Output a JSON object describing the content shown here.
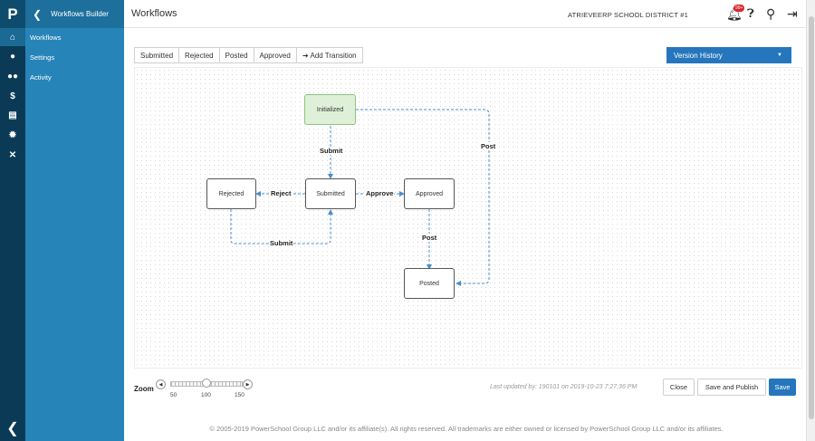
{
  "rail": {
    "logo": "P",
    "icons": [
      "home-icon",
      "user-icon",
      "users-icon",
      "dollar-icon",
      "chart-icon",
      "gear-icon",
      "tools-icon"
    ],
    "collapse_glyph": "❮"
  },
  "sidebar": {
    "back_glyph": "❮",
    "title": "Workflows Builder",
    "items": [
      {
        "label": "Workflows"
      },
      {
        "label": "Settings"
      },
      {
        "label": "Activity"
      }
    ]
  },
  "header": {
    "title": "Workflows",
    "district": "ATRIEVEERP SCHOOL DISTRICT #1",
    "notification_count": "99+"
  },
  "toolbar": {
    "status_buttons": [
      "Submitted",
      "Rejected",
      "Posted",
      "Approved"
    ],
    "add_transition": "➔ Add Transition",
    "version_history": "Version History",
    "caret": "▼"
  },
  "workflow": {
    "nodes": {
      "initialized": "Initialized",
      "rejected": "Rejected",
      "submitted": "Submitted",
      "approved": "Approved",
      "posted": "Posted"
    },
    "edges": {
      "submit_top": "Submit",
      "reject": "Reject",
      "approve": "Approve",
      "submit_bottom": "Submit",
      "post_approved": "Post",
      "post_initialized": "Post"
    },
    "colors": {
      "edge": "#4a8ec9",
      "initialized_fill": "#dff0d8"
    }
  },
  "zoom": {
    "label": "Zoom",
    "left": "◀",
    "right": "▶",
    "ticks": [
      "50",
      "100",
      "150"
    ],
    "level": 100
  },
  "footer_actions": {
    "updated": "Last updated by: 190101 on 2019-10-23 7:27:36 PM",
    "close": "Close",
    "save_publish": "Save and Publish",
    "save": "Save"
  },
  "footer": {
    "copyright": "© 2005-2019 PowerSchool Group LLC and/or its affiliate(s). All rights reserved. All trademarks are either owned or licensed by PowerSchool Group LLC and/or its affiliates."
  }
}
